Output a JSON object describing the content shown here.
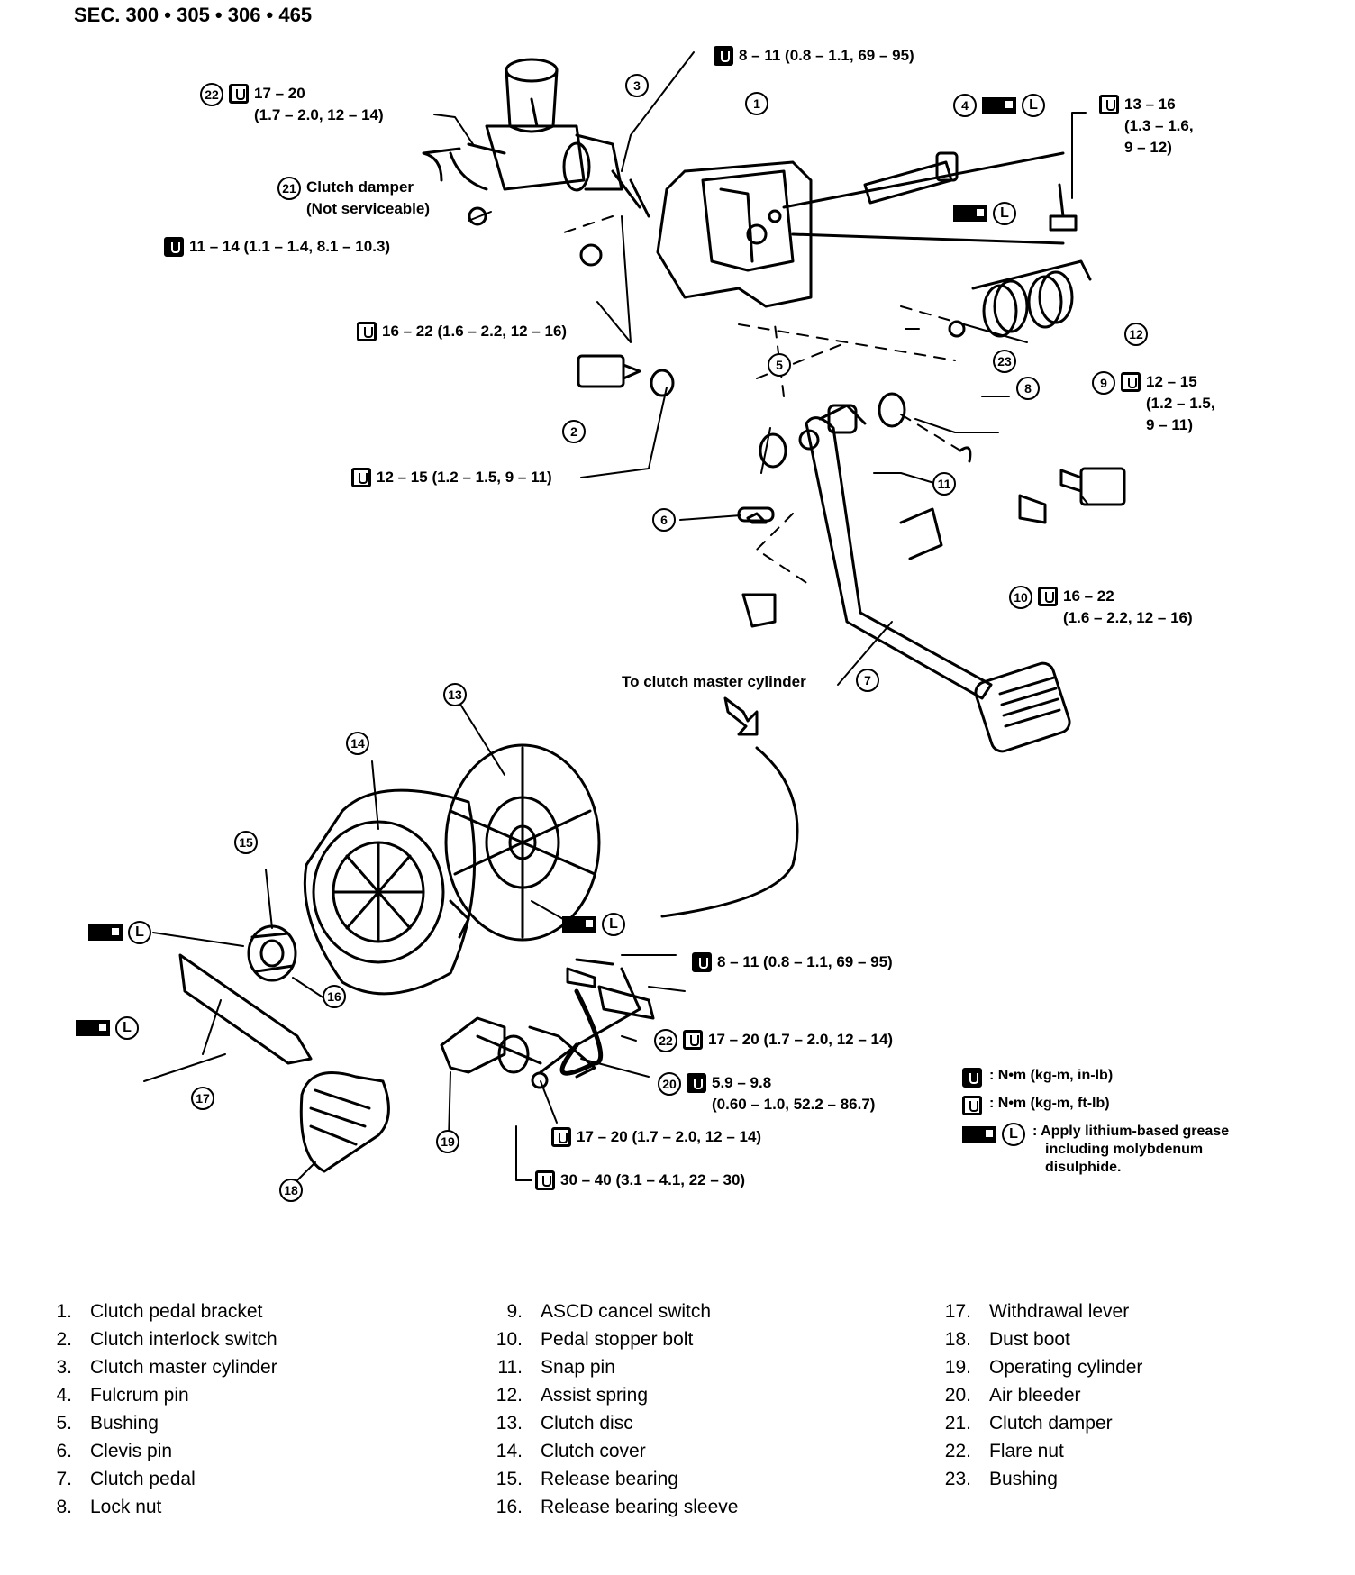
{
  "section": "SEC. 300 • 305 • 306 • 465",
  "callouts": {
    "c22_top": {
      "num": "22",
      "value": "17 – 20",
      "sub": "(1.7 – 2.0, 12 – 14)"
    },
    "c3_top": {
      "value": "8 – 11 (0.8 – 1.1, 69 – 95)"
    },
    "c13_16": {
      "value": "13 – 16",
      "sub1": "(1.3 – 1.6,",
      "sub2": "9 – 12)"
    },
    "clutch_damper": {
      "num": "21",
      "line1": "Clutch damper",
      "line2": "(Not serviceable)"
    },
    "c11_14": {
      "value": "11 – 14 (1.1 – 1.4, 8.1 – 10.3)"
    },
    "c16_22_a": {
      "value": "16 – 22 (1.6 – 2.2, 12 – 16)"
    },
    "c12_15_a": {
      "value": "12 – 15 (1.2 – 1.5, 9 – 11)"
    },
    "c9": {
      "num": "9",
      "value": "12 – 15",
      "sub1": "(1.2 – 1.5,",
      "sub2": "9 – 11)"
    },
    "c10": {
      "num": "10",
      "value": "16 – 22",
      "sub": "(1.6 – 2.2, 12 – 16)"
    },
    "to_master": "To clutch master cylinder",
    "c8_11_b": {
      "value": "8 – 11 (0.8 – 1.1, 69 – 95)"
    },
    "c22_b": {
      "num": "22",
      "value": "17 – 20 (1.7 – 2.0, 12 – 14)"
    },
    "c20": {
      "num": "20",
      "value": "5.9 – 9.8",
      "sub": "(0.60 – 1.0, 52.2 – 86.7)"
    },
    "c17_20": {
      "value": "17 – 20 (1.7 – 2.0, 12 – 14)"
    },
    "c30_40": {
      "value": "30 – 40 (3.1 – 4.1, 22 – 30)"
    }
  },
  "grease_letter": "L",
  "numbers": [
    "1",
    "2",
    "3",
    "4",
    "5",
    "6",
    "7",
    "8",
    "9",
    "10",
    "11",
    "12",
    "13",
    "14",
    "15",
    "16",
    "17",
    "18",
    "19",
    "20",
    "21",
    "22",
    "23"
  ],
  "legend": {
    "nm_in": ": N•m (kg-m, in-lb)",
    "nm_ft": ": N•m (kg-m,  ft-lb)",
    "grease1": ": Apply lithium-based grease",
    "grease2": "including molybdenum",
    "grease3": "disulphide."
  },
  "parts_col1": [
    {
      "n": "1.",
      "t": "Clutch pedal bracket"
    },
    {
      "n": "2.",
      "t": "Clutch interlock switch"
    },
    {
      "n": "3.",
      "t": "Clutch master cylinder"
    },
    {
      "n": "4.",
      "t": "Fulcrum pin"
    },
    {
      "n": "5.",
      "t": "Bushing"
    },
    {
      "n": "6.",
      "t": "Clevis pin"
    },
    {
      "n": "7.",
      "t": "Clutch pedal"
    },
    {
      "n": "8.",
      "t": "Lock nut"
    }
  ],
  "parts_col2": [
    {
      "n": "9.",
      "t": "ASCD cancel switch"
    },
    {
      "n": "10.",
      "t": "Pedal stopper bolt"
    },
    {
      "n": "11.",
      "t": "Snap pin"
    },
    {
      "n": "12.",
      "t": "Assist spring"
    },
    {
      "n": "13.",
      "t": "Clutch disc"
    },
    {
      "n": "14.",
      "t": "Clutch cover"
    },
    {
      "n": "15.",
      "t": "Release bearing"
    },
    {
      "n": "16.",
      "t": "Release bearing sleeve"
    }
  ],
  "parts_col3": [
    {
      "n": "17.",
      "t": "Withdrawal lever"
    },
    {
      "n": "18.",
      "t": "Dust boot"
    },
    {
      "n": "19.",
      "t": "Operating cylinder"
    },
    {
      "n": "20.",
      "t": "Air bleeder"
    },
    {
      "n": "21.",
      "t": "Clutch damper"
    },
    {
      "n": "22.",
      "t": "Flare nut"
    },
    {
      "n": "23.",
      "t": "Bushing"
    }
  ]
}
